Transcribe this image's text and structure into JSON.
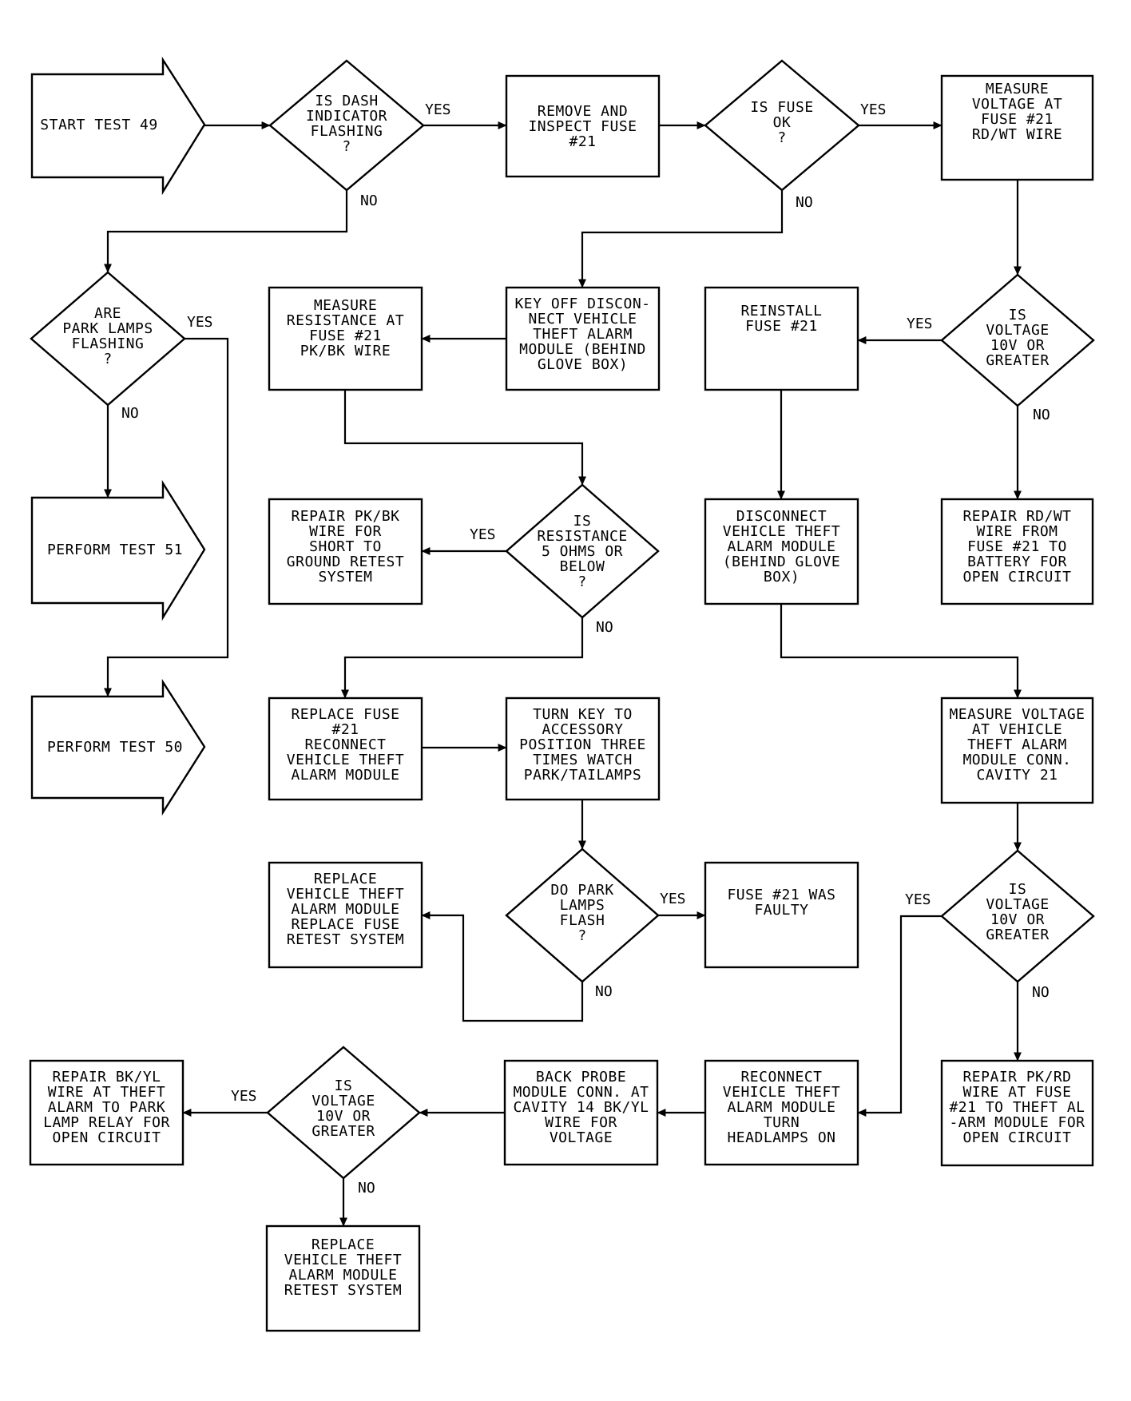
{
  "nodes": {
    "start": {
      "text": "START TEST 49"
    },
    "q_dash": {
      "text": "IS DASH\nINDICATOR\nFLASHING\n?"
    },
    "remove_fuse": {
      "text": "REMOVE AND\nINSPECT FUSE\n#21"
    },
    "q_fuse_ok": {
      "text": "IS FUSE\nOK\n?"
    },
    "measure_voltage_fuse": {
      "text": "MEASURE\nVOLTAGE AT\nFUSE #21\nRD/WT WIRE"
    },
    "q_park_lamps": {
      "text": "ARE\nPARK LAMPS\nFLASHING\n?"
    },
    "measure_resistance": {
      "text": "MEASURE\nRESISTANCE AT\nFUSE #21\nPK/BK WIRE"
    },
    "key_off": {
      "text": "KEY OFF DISCON-\nNECT VEHICLE\nTHEFT ALARM\nMODULE (BEHIND\nGLOVE BOX)"
    },
    "reinstall_fuse": {
      "text": "REINSTALL\nFUSE #21"
    },
    "q_voltage_1": {
      "text": "IS\nVOLTAGE\n10V OR\nGREATER"
    },
    "perform_51": {
      "text": "PERFORM TEST 51"
    },
    "repair_pkbk": {
      "text": "REPAIR PK/BK\nWIRE FOR\nSHORT TO\nGROUND RETEST\nSYSTEM"
    },
    "q_resistance": {
      "text": "IS\nRESISTANCE\n5 OHMS OR\nBELOW\n?"
    },
    "disconnect_module": {
      "text": "DISCONNECT\nVEHICLE THEFT\nALARM MODULE\n(BEHIND GLOVE\nBOX)"
    },
    "repair_rdwt": {
      "text": "REPAIR RD/WT\nWIRE FROM\nFUSE #21 TO\nBATTERY FOR\nOPEN CIRCUIT"
    },
    "perform_50": {
      "text": "PERFORM TEST 50"
    },
    "replace_fuse": {
      "text": "REPLACE FUSE\n#21\nRECONNECT\nVEHICLE THEFT\nALARM MODULE"
    },
    "turn_key": {
      "text": "TURN KEY TO\nACCESSORY\nPOSITION THREE\nTIMES WATCH\nPARK/TAILAMPS"
    },
    "measure_voltage_module": {
      "text": "MEASURE VOLTAGE\nAT VEHICLE\nTHEFT ALARM\nMODULE CONN.\nCAVITY 21"
    },
    "replace_module_fuse": {
      "text": "REPLACE\nVEHICLE THEFT\nALARM MODULE\nREPLACE FUSE\nRETEST SYSTEM"
    },
    "q_park_flash": {
      "text": "DO PARK\nLAMPS FLASH\n?"
    },
    "fuse_faulty": {
      "text": "FUSE #21 WAS\nFAULTY"
    },
    "q_voltage_2": {
      "text": "IS\nVOLTAGE\n10V OR\nGREATER"
    },
    "repair_bkyl": {
      "text": "REPAIR BK/YL\nWIRE AT THEFT\nALARM TO PARK\nLAMP RELAY FOR\nOPEN CIRCUIT"
    },
    "q_voltage_3": {
      "text": "IS\nVOLTAGE\n10V OR\nGREATER"
    },
    "back_probe": {
      "text": "BACK PROBE\nMODULE CONN. AT\nCAVITY 14 BK/YL\nWIRE FOR\nVOLTAGE"
    },
    "reconnect_headlamps": {
      "text": "RECONNECT\nVEHICLE THEFT\nALARM MODULE\nTURN\nHEADLAMPS ON"
    },
    "repair_pkrd": {
      "text": "REPAIR PK/RD\nWIRE AT FUSE\n#21 TO THEFT AL\n-ARM MODULE FOR\nOPEN CIRCUIT"
    },
    "replace_module_final": {
      "text": "REPLACE\nVEHICLE THEFT\nALARM MODULE\nRETEST SYSTEM"
    }
  },
  "edge_labels": {
    "dash_yes": "YES",
    "dash_no": "NO",
    "fuse_ok_yes": "YES",
    "fuse_ok_no": "NO",
    "park_lamps_yes": "YES",
    "park_lamps_no": "NO",
    "voltage_1_yes": "YES",
    "voltage_1_no": "NO",
    "resistance_yes": "YES",
    "resistance_no": "NO",
    "park_flash_yes": "YES",
    "park_flash_no": "NO",
    "voltage_2_yes": "YES",
    "voltage_2_no": "NO",
    "voltage_3_yes": "YES",
    "voltage_3_no": "NO"
  }
}
